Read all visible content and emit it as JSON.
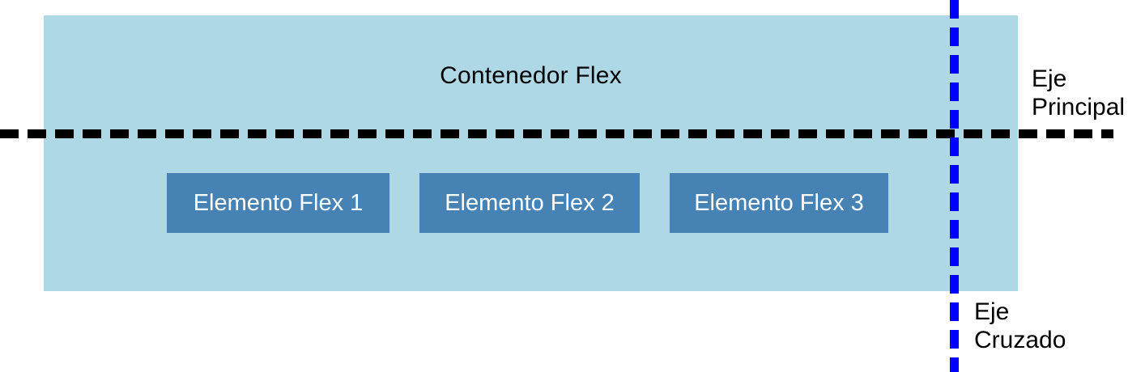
{
  "diagram": {
    "title": "Contenedor Flex",
    "container": {
      "label": "Contenedor Flex",
      "fill_color": "#aed8e6"
    },
    "items": [
      {
        "label": "Elemento Flex 1",
        "fill_color": "#4682b4",
        "text_color": "#ffffff"
      },
      {
        "label": "Elemento Flex 2",
        "fill_color": "#4682b4",
        "text_color": "#ffffff"
      },
      {
        "label": "Elemento Flex 3",
        "fill_color": "#4682b4",
        "text_color": "#ffffff"
      }
    ],
    "axes": {
      "main": {
        "label": "Eje\nPrincipal",
        "line_color": "#000000",
        "orientation": "horizontal",
        "style": "dashed"
      },
      "cross": {
        "label": "Eje\nCruzado",
        "line_color": "#0000ff",
        "orientation": "vertical",
        "style": "dashed"
      }
    }
  }
}
